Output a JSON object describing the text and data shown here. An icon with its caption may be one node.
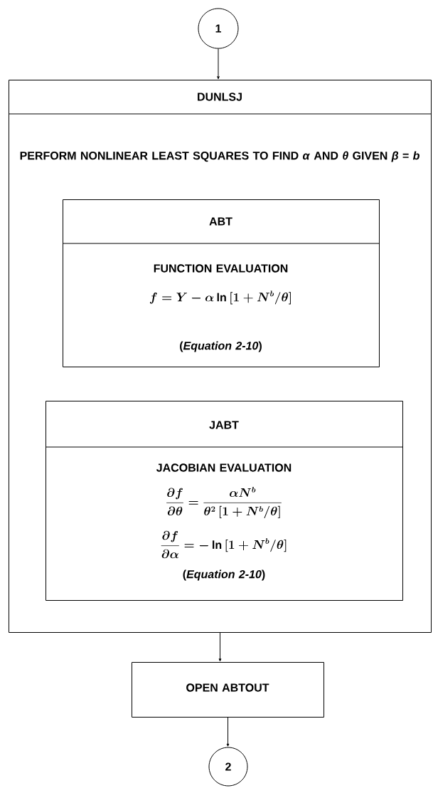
{
  "diagram": {
    "nodes": [
      {
        "text": [
          "1"
        ]
      },
      {
        "text": [
          "DUNLSJ",
          "PERFORM NONLINEAR LEAST SQUARES TO FIND *α* AND *θ* GIVEN *β* = *b*"
        ]
      },
      {
        "text": [
          "ABT",
          "FUNCTION EVALUATION",
          "f = Y - \\alpha\\,\\mathrm{ln}\\,[1 + N^{b}/\\theta]",
          "(*Equation 2-10*)"
        ],
        "in": 1
      },
      {
        "text": [
          "JABT",
          "JACOBIAN EVALUATION",
          "\\frac{\\partial f}{\\partial\\theta} = \\frac{\\alpha N^{b}}{\\theta^{2}\\,[1 + N^{b}/\\theta]}",
          "\\frac{\\partial f}{\\partial\\alpha} = -\\,\\mathrm{ln}\\,[1 + N^{b}/\\theta]",
          "(*Equation 2-10*)"
        ],
        "in": 1
      },
      {
        "text": [
          "OPEN  ABTOUT"
        ]
      },
      {
        "text": [
          "2"
        ]
      }
    ],
    "edges": [
      {
        "from": 0,
        "to": 1,
        "arrow": "to"
      },
      {
        "from": 1,
        "to": 4,
        "arrow": "to"
      },
      {
        "from": 4,
        "to": 5,
        "arrow": "to"
      }
    ]
  }
}
